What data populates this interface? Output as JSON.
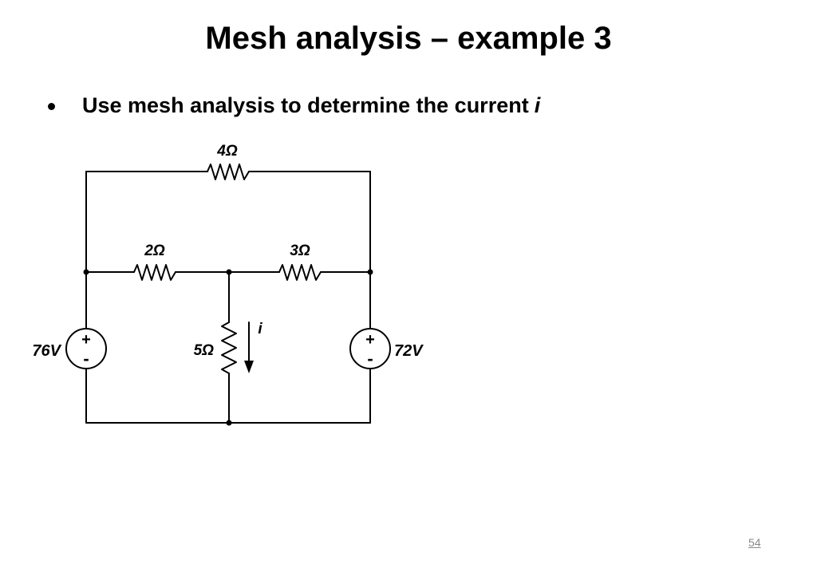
{
  "slide": {
    "title": "Mesh analysis – example 3",
    "bullet": {
      "text": "Use mesh analysis to determine the current",
      "variable": "i"
    },
    "page_number": "54"
  },
  "circuit": {
    "resistors": {
      "top": "4Ω",
      "left_middle": "2Ω",
      "right_middle": "3Ω",
      "center_vertical": "5Ω"
    },
    "sources": {
      "left": {
        "label": "76V",
        "plus": "+",
        "minus": "-"
      },
      "right": {
        "label": "72V",
        "plus": "+",
        "minus": "-"
      }
    },
    "current_label": "i"
  }
}
